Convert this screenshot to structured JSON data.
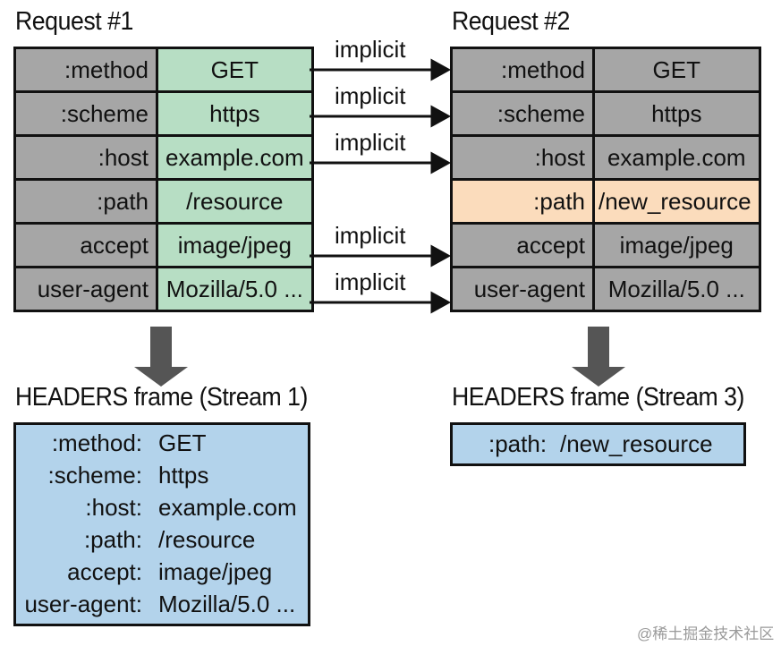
{
  "request1": {
    "title": "Request #1",
    "rows": [
      {
        "key": ":method",
        "value": "GET"
      },
      {
        "key": ":scheme",
        "value": "https"
      },
      {
        "key": ":host",
        "value": "example.com"
      },
      {
        "key": ":path",
        "value": "/resource"
      },
      {
        "key": "accept",
        "value": "image/jpeg"
      },
      {
        "key": "user-agent",
        "value": "Mozilla/5.0 ..."
      }
    ]
  },
  "request2": {
    "title": "Request #2",
    "rows": [
      {
        "key": ":method",
        "value": "GET"
      },
      {
        "key": ":scheme",
        "value": "https"
      },
      {
        "key": ":host",
        "value": "example.com"
      },
      {
        "key": ":path",
        "value": "/new_resource"
      },
      {
        "key": "accept",
        "value": "image/jpeg"
      },
      {
        "key": "user-agent",
        "value": "Mozilla/5.0 ..."
      }
    ]
  },
  "arrow_label": "implicit",
  "frame1": {
    "title": "HEADERS frame (Stream 1)",
    "rows": [
      {
        "key": ":method:",
        "value": "GET"
      },
      {
        "key": ":scheme:",
        "value": "https"
      },
      {
        "key": ":host:",
        "value": "example.com"
      },
      {
        "key": ":path:",
        "value": "/resource"
      },
      {
        "key": "accept:",
        "value": "image/jpeg"
      },
      {
        "key": "user-agent:",
        "value": "Mozilla/5.0 ..."
      }
    ]
  },
  "frame3": {
    "title": "HEADERS frame (Stream 3)",
    "rows": [
      {
        "key": ":path:",
        "value": "/new_resource"
      }
    ]
  },
  "watermark": "@稀土掘金技术社区",
  "colors": {
    "key_cell": "#a6a6a6",
    "request1_value_cell": "#b7dec4",
    "changed_cell": "#fbdcbc",
    "frame_fill": "#b3d3eb",
    "arrow": "#555555"
  }
}
